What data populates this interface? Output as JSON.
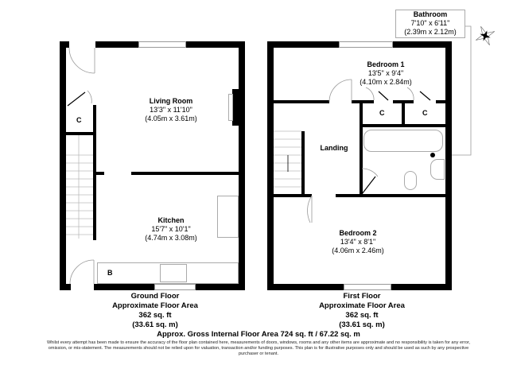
{
  "ground_floor": {
    "rooms": [
      {
        "name": "Living Room",
        "imperial": "13'3\" x 11'10\"",
        "metric": "(4.05m x 3.61m)"
      },
      {
        "name": "Kitchen",
        "imperial": "15'7\" x 10'1\"",
        "metric": "(4.74m x 3.08m)"
      }
    ],
    "closet_label": "C",
    "boiler_label": "B",
    "area": {
      "title": "Ground Floor",
      "subtitle": "Approximate Floor Area",
      "sqft": "362 sq. ft",
      "sqm": "(33.61 sq. m)"
    }
  },
  "first_floor": {
    "rooms": [
      {
        "name": "Bedroom 1",
        "imperial": "13'5\" x 9'4\"",
        "metric": "(4.10m x 2.84m)"
      },
      {
        "name": "Landing"
      },
      {
        "name": "Bedroom 2",
        "imperial": "13'4\" x 8'1\"",
        "metric": "(4.06m x 2.46m)"
      },
      {
        "name": "Bathroom",
        "imperial": "7'10\" x 6'11\"",
        "metric": "(2.39m x 2.12m)"
      }
    ],
    "closet_labels": [
      "C",
      "C"
    ],
    "area": {
      "title": "First Floor",
      "subtitle": "Approximate Floor Area",
      "sqft": "362 sq. ft",
      "sqm": "(33.61 sq. m)"
    }
  },
  "gross_area": "Approx. Gross Internal Floor Area 724 sq. ft / 67.22 sq. m",
  "disclaimer": "Whilst every attempt has been made to ensure the accuracy of the floor plan contained here, measurements of doors, windows, rooms and any other items are approximate and no responsibility is taken for any error, omission, or mis-statement. The measurements should not be relied upon for valuation, transaction and/or funding purposes. This plan is for illustrative purposes only and should be used as such by any prospective purchaser or tenant.",
  "compass_icon": "compass-rose-icon"
}
